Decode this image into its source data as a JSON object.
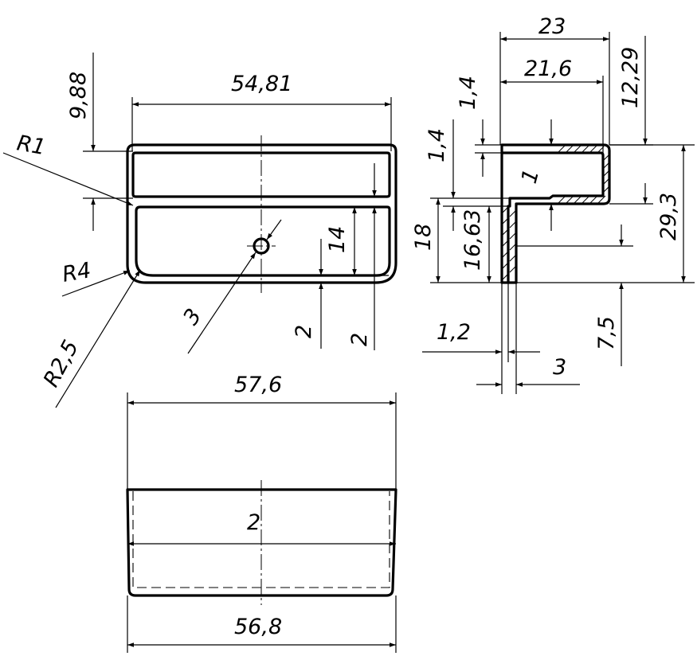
{
  "dimensions": {
    "top_width": "54,81",
    "left_offset": "9,88",
    "radius_1": "R1",
    "radius_4": "R4",
    "radius_2_5": "R2,5",
    "hole_dia": "3",
    "inner_height": "14",
    "total_height": "18",
    "bottom_gap": "2",
    "right_gap": "2",
    "overall_width": "23",
    "inner_width": "21,6",
    "wall_top": "1,4",
    "wall_lower": "1,4",
    "flange_height": "12,29",
    "wall_thickness": "1",
    "overall_height": "29,3",
    "stem_height": "16,63",
    "stem_thickness": "1,2",
    "stem_width": "3",
    "stem_offset": "7,5",
    "bottom_view_top": "57,6",
    "bottom_view_mid": "2",
    "bottom_view_bottom": "56,8"
  }
}
